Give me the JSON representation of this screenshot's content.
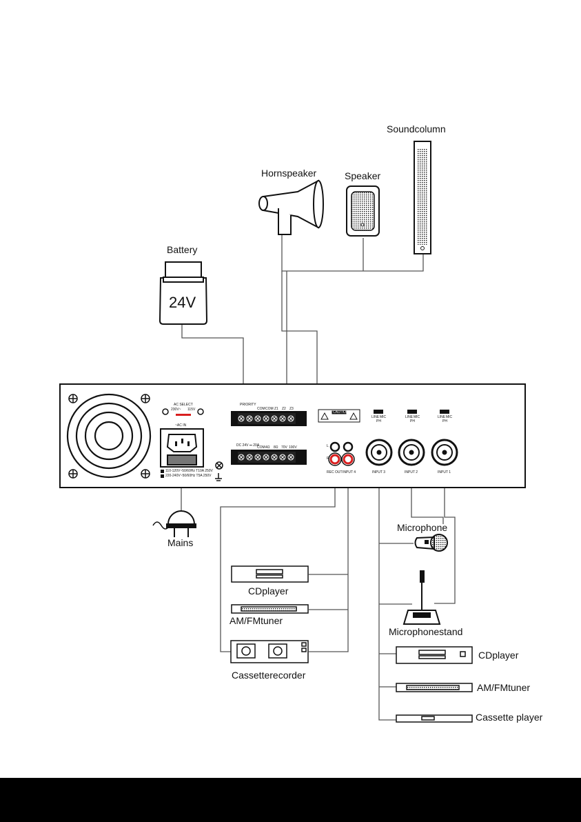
{
  "labels": {
    "soundcolumn": "Soundcolumn",
    "hornspeaker": "Hornspeaker",
    "speaker": "Speaker",
    "battery": "Battery",
    "battery_voltage": "24V",
    "mains": "Mains",
    "microphone": "Microphone",
    "microphonestand": "Microphonestand",
    "cdplayer_left": "CDplayer",
    "amfm_left": "AM/FMtuner",
    "cassette_recorder": "Cassetterecorder",
    "cdplayer_right": "CDplayer",
    "amfm_right": "AM/FMtuner",
    "cassette_player": "Cassette player"
  },
  "panel": {
    "ac_select": "AC SELECT",
    "ac_select_left": "230V~",
    "ac_select_right": "115V",
    "ac_in": "~AC IN",
    "voltage_line_1": "110-120V~50/60Hz T10A 250V",
    "voltage_line_2": "220-240V~50/60Hz T5A 250V",
    "priority": "PRIORITY",
    "term_top": [
      "COM",
      "COM",
      "Z1",
      "Z2",
      "Z3"
    ],
    "dc_label": "DC 24V ⎓ 20A",
    "term_bottom": [
      "COM",
      "4Ω",
      "8Ω",
      "70V",
      "100V"
    ],
    "caution": "CAUTION",
    "rca_l": "L",
    "rca_r": "R",
    "rec_out": "REC OUT",
    "input4": "INPUT 4",
    "input3": "INPUT 3",
    "input2": "INPUT 2",
    "input1": "INPUT 1",
    "line": "LINE",
    "mic": "MIC",
    "ph": "PH"
  },
  "colors": {
    "line": "#555555",
    "device": "#111111",
    "footer": "#000000",
    "rca_red": "#d81e1e"
  }
}
